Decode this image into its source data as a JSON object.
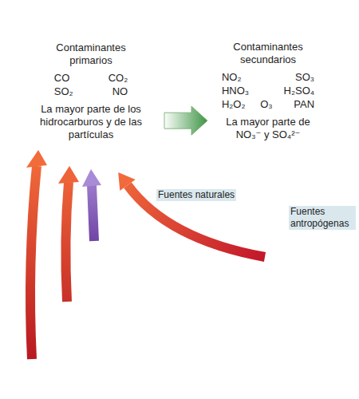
{
  "diagram": {
    "nodes": [
      {
        "text": [
          "Contaminantes primarios",
          "CO",
          "CO₂",
          "SO₂",
          "NO",
          "La mayor parte de los hidrocarburos y de las partículas"
        ]
      },
      {
        "text": [
          "Contaminantes secundarios",
          "NO₂",
          "SO₃",
          "HNO₃",
          "H₂SO₄",
          "H₂O₂",
          "O₃",
          "PAN",
          "La mayor parte de NO₃⁻ y SO₄²⁻"
        ]
      }
    ],
    "edges": [
      {
        "from": 0,
        "to": 1,
        "arrow": "to"
      }
    ],
    "labels": [
      "Fuentes naturales",
      "Fuentes antropógenas"
    ]
  }
}
